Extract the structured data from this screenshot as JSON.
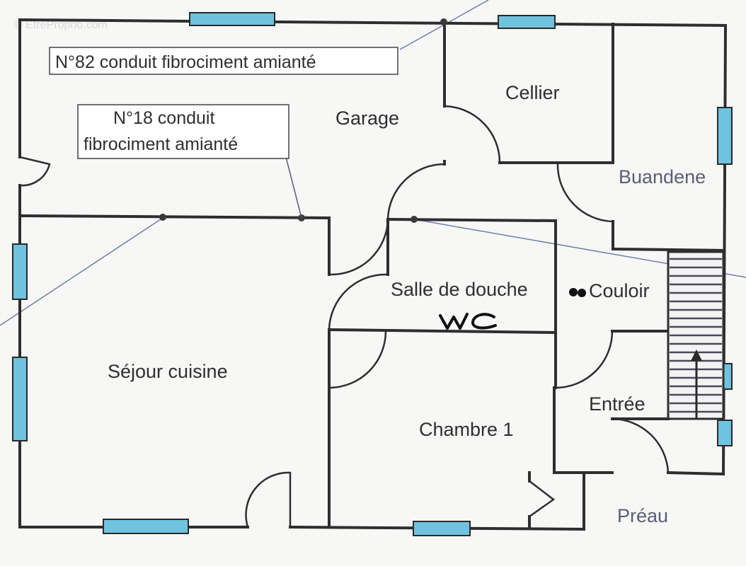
{
  "watermark": "© EtreProprio.com",
  "rooms": {
    "garage": "Garage",
    "cellier": "Cellier",
    "buanderie": "Buandene",
    "sejour": "Séjour cuisine",
    "salle_douche": "Salle de douche",
    "couloir": "Couloir",
    "chambre1": "Chambre 1",
    "entree": "Entrée",
    "preau": "Préau"
  },
  "notes": {
    "n82": "N°82 conduit fibrociment amianté",
    "n18_line1": "N°18 conduit",
    "n18_line2": "fibrociment amianté"
  },
  "handwritten": "WC",
  "colors": {
    "wall": "#2e2e2e",
    "window": "#6fc3df",
    "background": "#f7f7f6"
  }
}
